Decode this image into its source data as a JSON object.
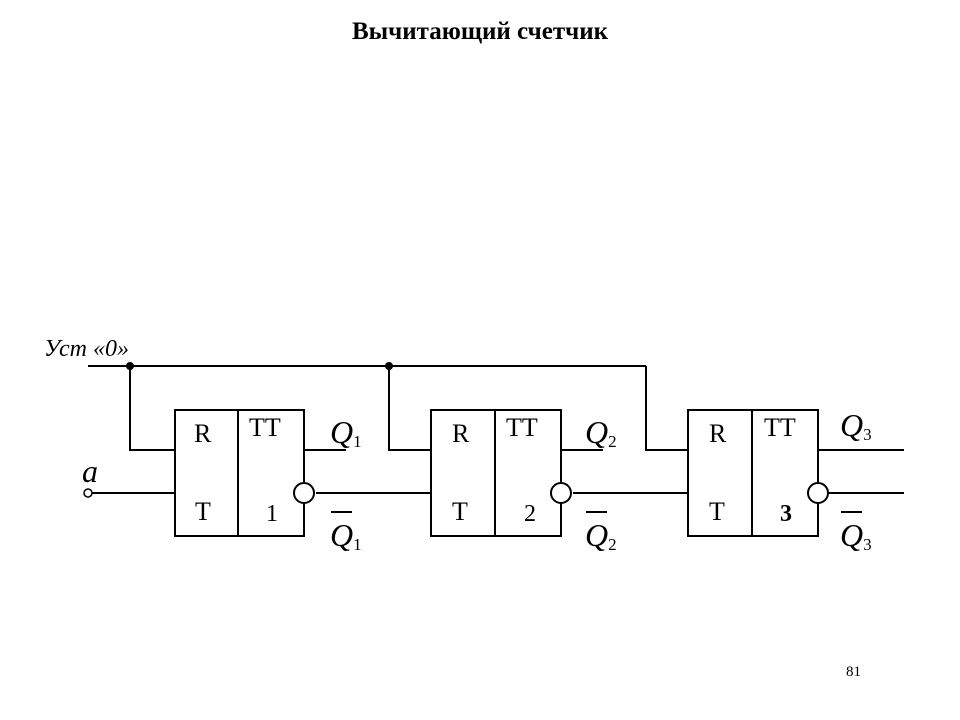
{
  "title": "Вычитающий счетчик",
  "page_number": "81",
  "reset_label": "Уст «0»",
  "input_label": "a",
  "flip_flops": [
    {
      "r_label": "R",
      "t_label": "T",
      "type_label": "TT",
      "number": "1",
      "q": "Q",
      "q_sub": "1",
      "qbar": "Q",
      "qbar_sub": "1"
    },
    {
      "r_label": "R",
      "t_label": "T",
      "type_label": "TT",
      "number": "2",
      "q": "Q",
      "q_sub": "2",
      "qbar": "Q",
      "qbar_sub": "2"
    },
    {
      "r_label": "R",
      "t_label": "T",
      "type_label": "TT",
      "number": "3",
      "q": "Q",
      "q_sub": "3",
      "qbar": "Q",
      "qbar_sub": "3"
    }
  ]
}
